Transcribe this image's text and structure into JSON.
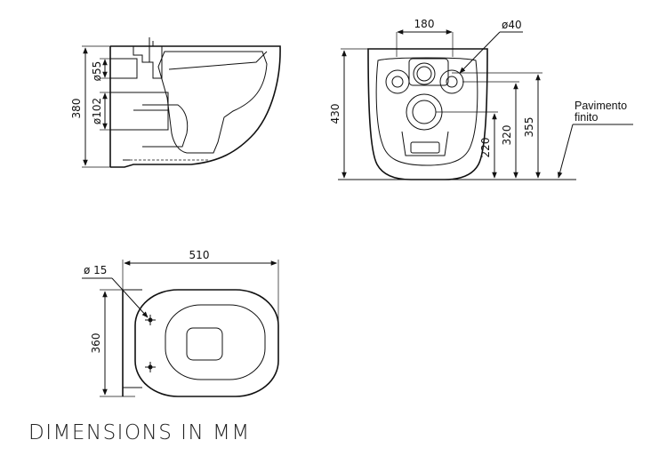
{
  "side_view": {
    "height": "380",
    "pipe_upper": "ø55",
    "pipe_lower": "ø102"
  },
  "front_view": {
    "outlet_spacing": "180",
    "outlet_diameter": "ø40",
    "height": "430",
    "dim_220": "220",
    "dim_320": "320",
    "dim_355": "355",
    "floor_label_line1": "Pavimento",
    "floor_label_line2": "finito"
  },
  "top_view": {
    "length": "510",
    "hole_diameter": "ø 15",
    "width": "360"
  },
  "footer": {
    "caption": "DIMENSIONS IN MM"
  }
}
